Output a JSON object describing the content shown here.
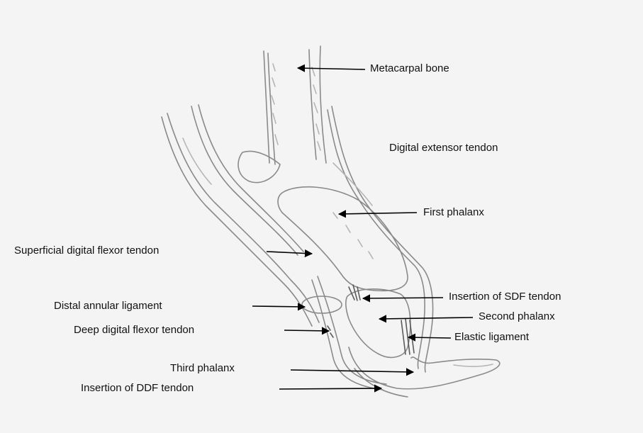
{
  "labels": {
    "metacarpal_bone": "Metacarpal bone",
    "digital_extensor_tendon": "Digital extensor tendon",
    "first_phalanx": "First phalanx",
    "superficial_digital_flexor_tendon": "Superficial digital flexor tendon",
    "insertion_sdf_tendon": "Insertion of SDF tendon",
    "distal_annular_ligament": "Distal annular ligament",
    "second_phalanx": "Second phalanx",
    "deep_digital_flexor_tendon": "Deep digital flexor tendon",
    "elastic_ligament": "Elastic ligament",
    "third_phalanx": "Third phalanx",
    "insertion_ddf_tendon": "Insertion of DDF tendon"
  },
  "colors": {
    "paper": "#f4f4f4",
    "pencil": "#8a8a8a",
    "pencil_dark": "#5c5c5c",
    "shading": "#b5b5b5",
    "arrow": "#000000",
    "text": "#111111"
  }
}
